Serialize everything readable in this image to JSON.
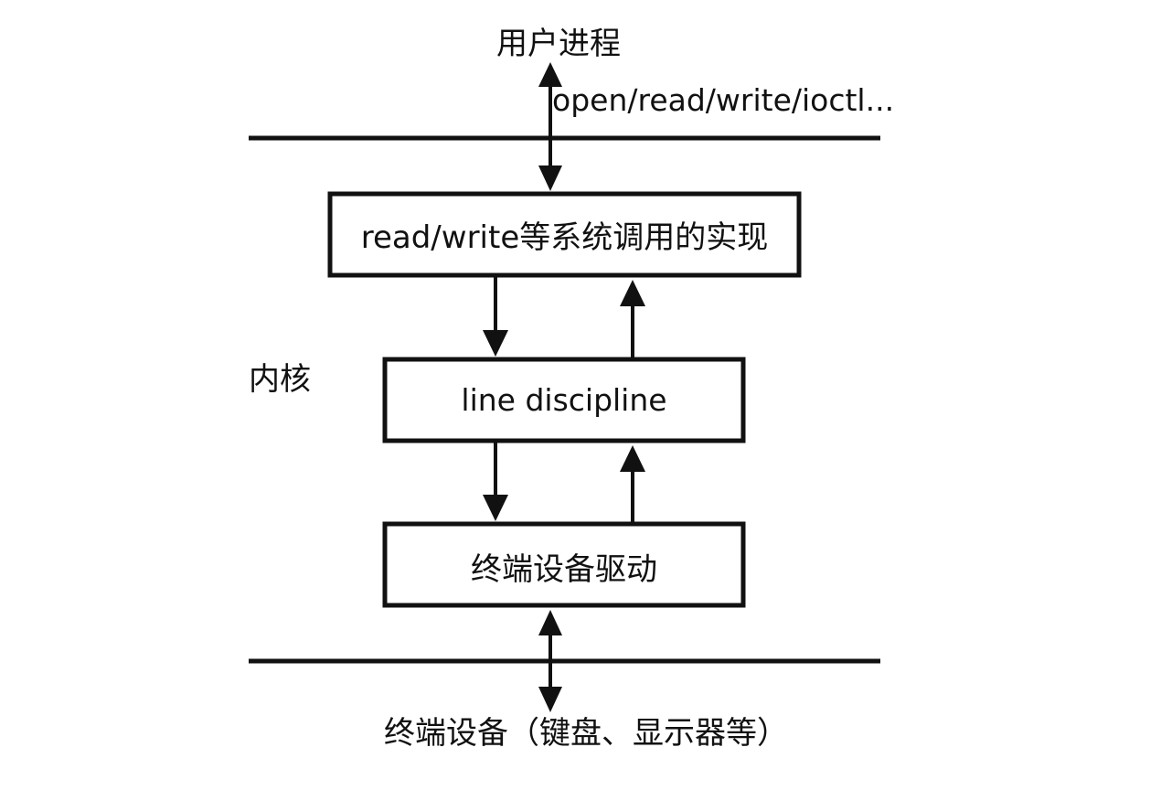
{
  "diagram": {
    "top_label": "用户进程",
    "syscall_label": "open/read/write/ioctl...",
    "kernel_label": "内核",
    "boxes": {
      "syscall_impl": "read/write等系统调用的实现",
      "line_discipline": "line discipline",
      "tty_driver": "终端设备驱动"
    },
    "bottom_label": "终端设备（键盘、显示器等）"
  },
  "colors": {
    "stroke": "#111111",
    "background": "#ffffff"
  }
}
